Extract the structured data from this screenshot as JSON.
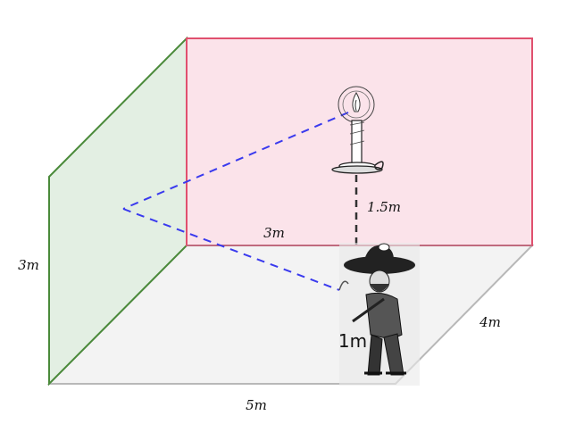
{
  "labels": {
    "wall_height": "3m",
    "floor_width": "5m",
    "floor_depth": "4m",
    "back_wall_width": "3m",
    "candle_height": "1.5m",
    "person_height": "1m"
  },
  "colors": {
    "back_wall_fill": "#fbe3ea",
    "back_wall_stroke": "#e0506e",
    "side_wall_fill": "#e3efe3",
    "side_wall_stroke": "#4a8a3a",
    "floor_fill": "#f3f3f3",
    "floor_stroke": "#b8b8b8",
    "ray": "#3a3aee",
    "vertical_dash": "#333333"
  },
  "icons": {
    "candle": "candle-icon",
    "person": "sombrero-man-icon"
  }
}
